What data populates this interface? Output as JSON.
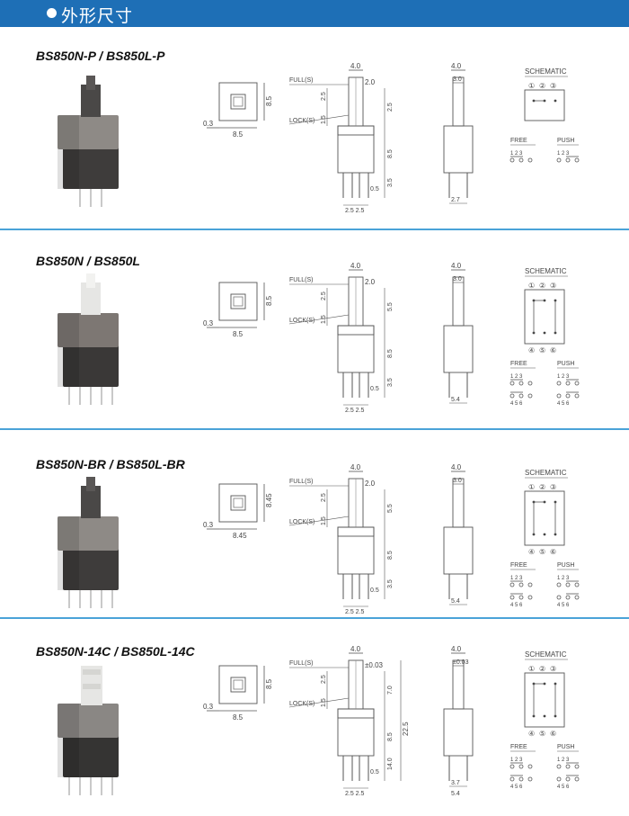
{
  "header": {
    "title": "外形尺寸"
  },
  "products": [
    {
      "model": "BS850N-P / BS850L-P",
      "cap": "dark",
      "six_pin": false,
      "front": {
        "size": "8.5",
        "offset": "0.3"
      },
      "side": {
        "full": "FULL(S)",
        "lock": "LOCK(S)",
        "w": "4.0",
        "s": "2.0",
        "a": "2.5",
        "b": "1.5",
        "c": "2.5",
        "d": "8.5",
        "e": "3.5",
        "f": "0.5",
        "pitch": "2.5 2.5"
      },
      "end": {
        "w": "4.0",
        "h": "3.0",
        "pin": "2.7"
      },
      "schematic": {
        "title": "SCHEMATIC",
        "top": [
          "①",
          "②",
          "③"
        ],
        "bottom": []
      },
      "states": {
        "free": "FREE",
        "push": "PUSH",
        "nums_top": "1  2  3",
        "nums_bottom": ""
      }
    },
    {
      "model": "BS850N / BS850L",
      "cap": "white",
      "six_pin": true,
      "front": {
        "size": "8.5",
        "offset": "0.3"
      },
      "side": {
        "full": "FULL(S)",
        "lock": "LOCK(S)",
        "w": "4.0",
        "s": "2.0",
        "a": "2.5",
        "b": "1.5",
        "c": "5.5",
        "d": "8.5",
        "e": "3.5",
        "f": "0.5",
        "pitch": "2.5 2.5"
      },
      "end": {
        "w": "4.0",
        "h": "3.0",
        "pin": "5.4"
      },
      "schematic": {
        "title": "SCHEMATIC",
        "top": [
          "①",
          "②",
          "③"
        ],
        "bottom": [
          "④",
          "⑤",
          "⑥"
        ]
      },
      "states": {
        "free": "FREE",
        "push": "PUSH",
        "nums_top": "1  2  3",
        "nums_bottom": "4  5  6"
      }
    },
    {
      "model": "BS850N-BR / BS850L-BR",
      "cap": "dark",
      "six_pin": true,
      "front": {
        "size": "8.45",
        "offset": "0.3"
      },
      "side": {
        "full": "FULL(S)",
        "lock": "LOCK(S)",
        "w": "4.0",
        "s": "2.0",
        "a": "2.5",
        "b": "1.5",
        "c": "5.5",
        "d": "8.5",
        "e": "3.5",
        "f": "0.5",
        "pitch": "2.5 2.5"
      },
      "end": {
        "w": "4.0",
        "h": "3.0",
        "pin": "5.4"
      },
      "schematic": {
        "title": "SCHEMATIC",
        "top": [
          "①",
          "②",
          "③"
        ],
        "bottom": [
          "④",
          "⑤",
          "⑥"
        ]
      },
      "states": {
        "free": "FREE",
        "push": "PUSH",
        "nums_top": "1  2  3",
        "nums_bottom": "4  5  6"
      }
    },
    {
      "model": "BS850N-14C / BS850L-14C",
      "cap": "tall",
      "six_pin": true,
      "front": {
        "size": "8.5",
        "offset": "0.3"
      },
      "side": {
        "full": "FULL(S)",
        "lock": "LOCK(S)",
        "w": "4.0",
        "s": "±0.03",
        "a": "2.5",
        "b": "1.5",
        "c": "7.0",
        "d": "8.5",
        "e": "14.0",
        "f": "0.5",
        "total": "22.5",
        "pitch": "2.5 2.5"
      },
      "end": {
        "w": "4.0",
        "h": "±0.03",
        "pin": "3.7",
        "pin2": "5.4"
      },
      "schematic": {
        "title": "SCHEMATIC",
        "top": [
          "①",
          "②",
          "③"
        ],
        "bottom": [
          "④",
          "⑤",
          "⑥"
        ]
      },
      "states": {
        "free": "FREE",
        "push": "PUSH",
        "nums_top": "1  2  3",
        "nums_bottom": "4  5  6"
      }
    }
  ]
}
